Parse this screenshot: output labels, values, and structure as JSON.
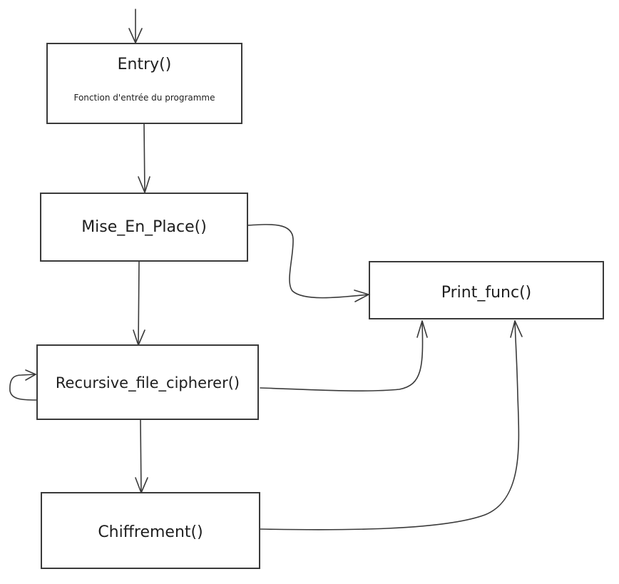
{
  "diagram": {
    "nodes": [
      {
        "id": "entry",
        "title": "Entry()",
        "subtitle": "Fonction d'entrée du programme"
      },
      {
        "id": "mise_en_place",
        "title": "Mise_En_Place()"
      },
      {
        "id": "print_func",
        "title": "Print_func()"
      },
      {
        "id": "recursive",
        "title": "Recursive_file_cipherer()"
      },
      {
        "id": "chiffrement",
        "title": "Chiffrement()"
      }
    ],
    "edges": [
      {
        "from": "start",
        "to": "entry"
      },
      {
        "from": "entry",
        "to": "mise_en_place"
      },
      {
        "from": "mise_en_place",
        "to": "recursive"
      },
      {
        "from": "mise_en_place",
        "to": "print_func"
      },
      {
        "from": "recursive",
        "to": "recursive"
      },
      {
        "from": "recursive",
        "to": "print_func"
      },
      {
        "from": "recursive",
        "to": "chiffrement"
      },
      {
        "from": "chiffrement",
        "to": "print_func"
      }
    ],
    "colors": {
      "stroke": "#3a3a3a",
      "text": "#1e1e1e",
      "background": "#ffffff"
    }
  }
}
